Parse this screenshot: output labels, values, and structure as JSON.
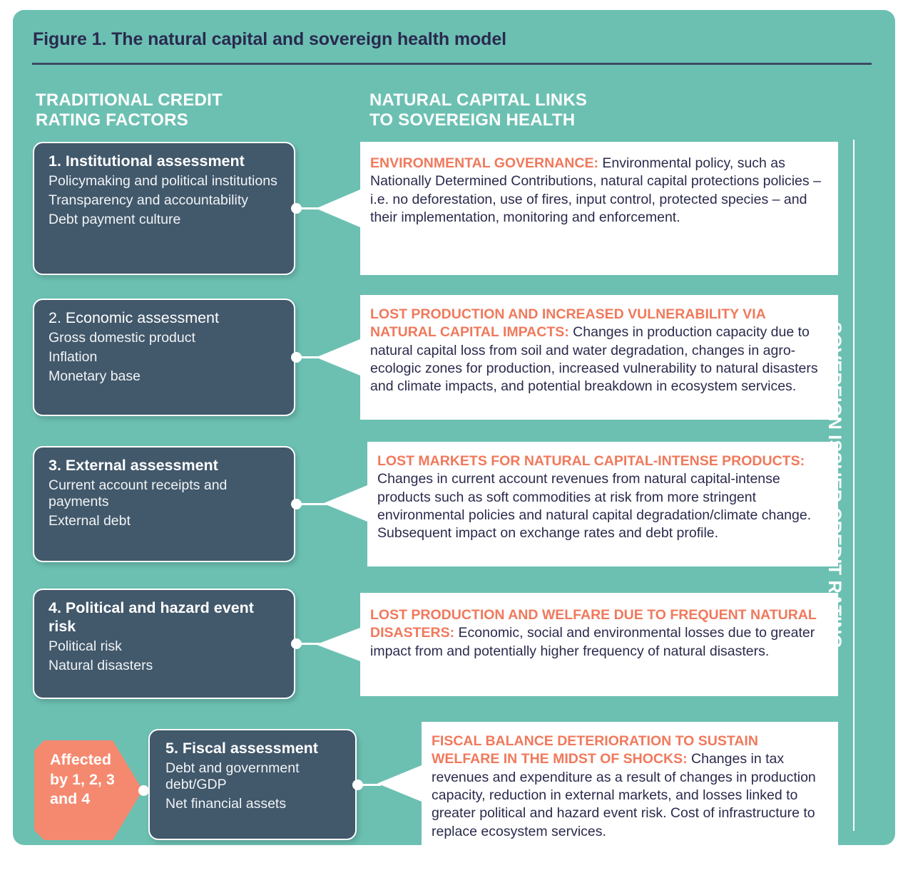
{
  "figure": {
    "title": "Figure 1. The natural capital and sovereign health model",
    "background_color": "#6cc0b2",
    "accent_color": "#f0795c",
    "box_color": "#42586b",
    "text_dark": "#2a2a4d"
  },
  "columns": {
    "left_header": "TRADITIONAL CREDIT\nRATING FACTORS",
    "right_header": "NATURAL CAPITAL LINKS\nTO SOVEREIGN HEALTH"
  },
  "rail": {
    "label": "SOVEREIGN ISSUER CREDIT RATING"
  },
  "affected_tag": {
    "text": "Affected\nby 1, 2, 3\nand 4"
  },
  "rows": [
    {
      "factor": {
        "title": "1. Institutional assessment",
        "bold": true,
        "items": [
          "Policymaking and political institutions",
          "Transparency and accountability",
          "Debt payment culture"
        ]
      },
      "link": {
        "lead": "ENVIRONMENTAL GOVERNANCE:",
        "body": " Environmental policy, such as Nationally Determined Contributions, natural capital protections policies – i.e. no deforestation, use of fires, input control, protected species – and their implementation, monitoring and enforcement."
      }
    },
    {
      "factor": {
        "title": "2. Economic assessment",
        "bold": false,
        "items": [
          "Gross domestic product",
          "Inflation",
          "Monetary base"
        ]
      },
      "link": {
        "lead": "LOST PRODUCTION AND INCREASED VULNERABILITY VIA NATURAL CAPITAL IMPACTS:",
        "body": " Changes in production capacity due to natural capital loss from soil and water degradation, changes in agro-ecologic zones for production, increased vulnerability to natural disasters and climate impacts, and potential breakdown in ecosystem services."
      }
    },
    {
      "factor": {
        "title": "3. External assessment",
        "bold": true,
        "items": [
          "Current account receipts and payments",
          "External debt"
        ]
      },
      "link": {
        "lead": "LOST MARKETS FOR NATURAL CAPITAL-INTENSE PRODUCTS:",
        "body": " Changes in current account revenues from natural capital-intense products such as soft commodities at risk from more stringent environmental policies and natural capital degradation/climate change. Subsequent impact on exchange rates and debt profile."
      }
    },
    {
      "factor": {
        "title": "4. Political and hazard event risk",
        "bold": true,
        "items": [
          "Political risk",
          "Natural disasters"
        ]
      },
      "link": {
        "lead": "LOST PRODUCTION AND WELFARE DUE TO FREQUENT NATURAL DISASTERS:",
        "body": " Economic, social and environmental losses due to greater impact from and potentially higher frequency of natural disasters."
      }
    },
    {
      "factor": {
        "title": "5. Fiscal assessment",
        "bold": true,
        "items": [
          "Debt and government debt/GDP",
          "Net financial assets"
        ]
      },
      "link": {
        "lead": "FISCAL BALANCE DETERIORATION TO SUSTAIN WELFARE IN THE MIDST OF SHOCKS:",
        "body": " Changes in tax revenues and expenditure as a result of changes in production capacity, reduction in external markets, and losses linked to greater political and hazard event risk. Cost of infrastructure to replace ecosystem services."
      }
    }
  ]
}
